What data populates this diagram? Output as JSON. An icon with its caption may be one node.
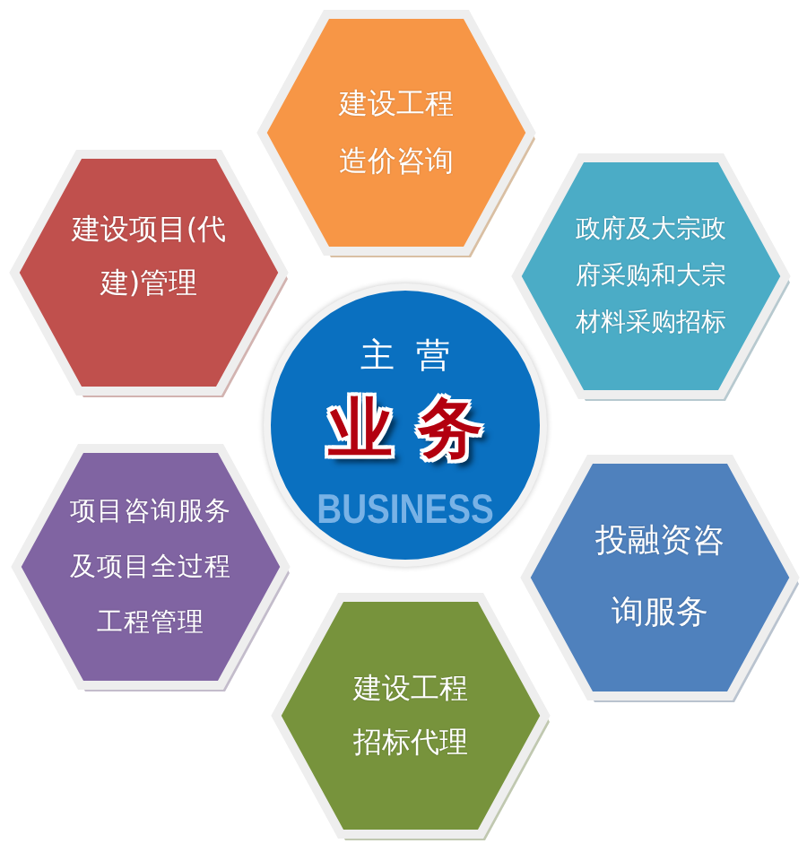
{
  "diagram": {
    "nodes": [
      {
        "text": [
          "建设工程造价咨询"
        ]
      },
      {
        "text": [
          "建设项目(代建)管理"
        ]
      },
      {
        "text": [
          "政府及大宗政府采购和大宗材料采购招标"
        ]
      },
      {
        "text": [
          "主营",
          "业务",
          "BUSINESS"
        ]
      },
      {
        "text": [
          "项目咨询服务及项目全过程工程管理"
        ]
      },
      {
        "text": [
          "投融资咨询服务"
        ]
      },
      {
        "text": [
          "建设工程招标代理"
        ]
      }
    ]
  }
}
